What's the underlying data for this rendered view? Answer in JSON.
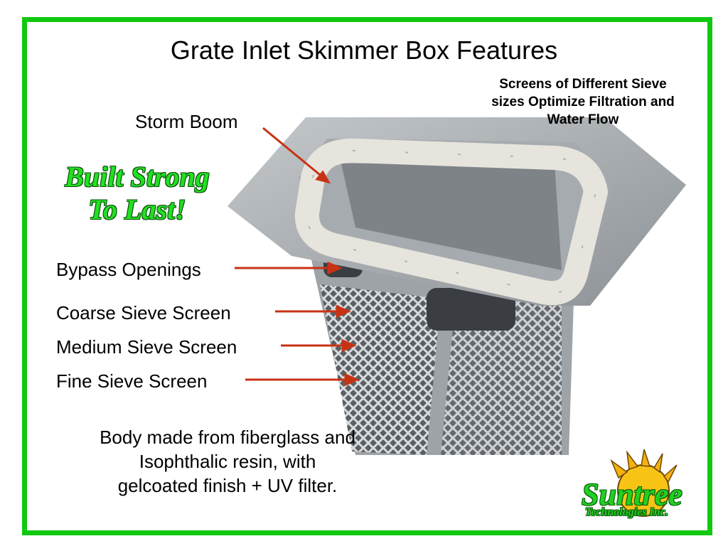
{
  "slide": {
    "title": "Grate Inlet Skimmer Box Features",
    "border_color": "#11c811",
    "callout_right": "Screens of Different Sieve sizes Optimize Filtration and Water Flow",
    "slogan_line1": "Built Strong",
    "slogan_line2": "To Last!",
    "labels": {
      "storm_boom": "Storm Boom",
      "bypass_openings": "Bypass Openings",
      "coarse_sieve": "Coarse Sieve Screen",
      "medium_sieve": "Medium Sieve Screen",
      "fine_sieve": "Fine Sieve Screen"
    },
    "body_line1": "Body made from fiberglass and",
    "body_line2": "Isophthalic resin, with",
    "body_line3": "gelcoated finish + UV filter.",
    "arrow_color": "#c83214",
    "logo": {
      "name": "Suntree",
      "subtitle": "Technologies Inc.",
      "icon": "sun-icon"
    }
  }
}
